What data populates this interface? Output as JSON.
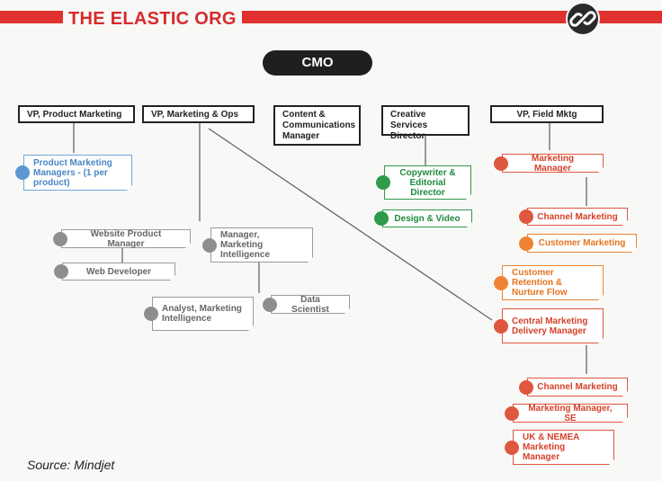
{
  "header": {
    "title": "THE ELASTIC ORG",
    "brand_color": "#e0312f",
    "logo_icon": "link-chain-icon"
  },
  "cmo": {
    "label": "CMO"
  },
  "top_level": {
    "vp_product_marketing": "VP, Product Marketing",
    "vp_marketing_ops": "VP, Marketing & Ops",
    "content_comms_manager": "Content & Communications Manager",
    "creative_services_director": "Creative Services Director",
    "vp_field_mktg": "VP, Field Mktg"
  },
  "product_marketing": {
    "managers": "Product Marketing Managers - (1 per product)"
  },
  "marketing_ops": {
    "website_product_manager": "Website Product Manager",
    "web_developer": "Web Developer",
    "manager_marketing_intelligence": "Manager, Marketing Intelligence",
    "analyst_marketing_intelligence": "Analyst, Marketing Intelligence",
    "data_scientist": "Data Scientist"
  },
  "creative_services": {
    "copywriter": "Copywriter & Editorial Director",
    "design_video": "Design & Video"
  },
  "field_mktg": {
    "marketing_manager": "Marketing Manager",
    "channel_marketing_1": "Channel Marketing",
    "customer_marketing": "Customer Marketing",
    "customer_retention": "Customer Retention & Nurture Flow",
    "central_delivery_manager": "Central Marketing Delivery Manager",
    "channel_marketing_2": "Channel Marketing",
    "marketing_manager_se": "Marketing Manager, SE",
    "uk_nemea_manager": "UK & NEMEA Marketing Manager"
  },
  "source": "Source: Mindjet"
}
